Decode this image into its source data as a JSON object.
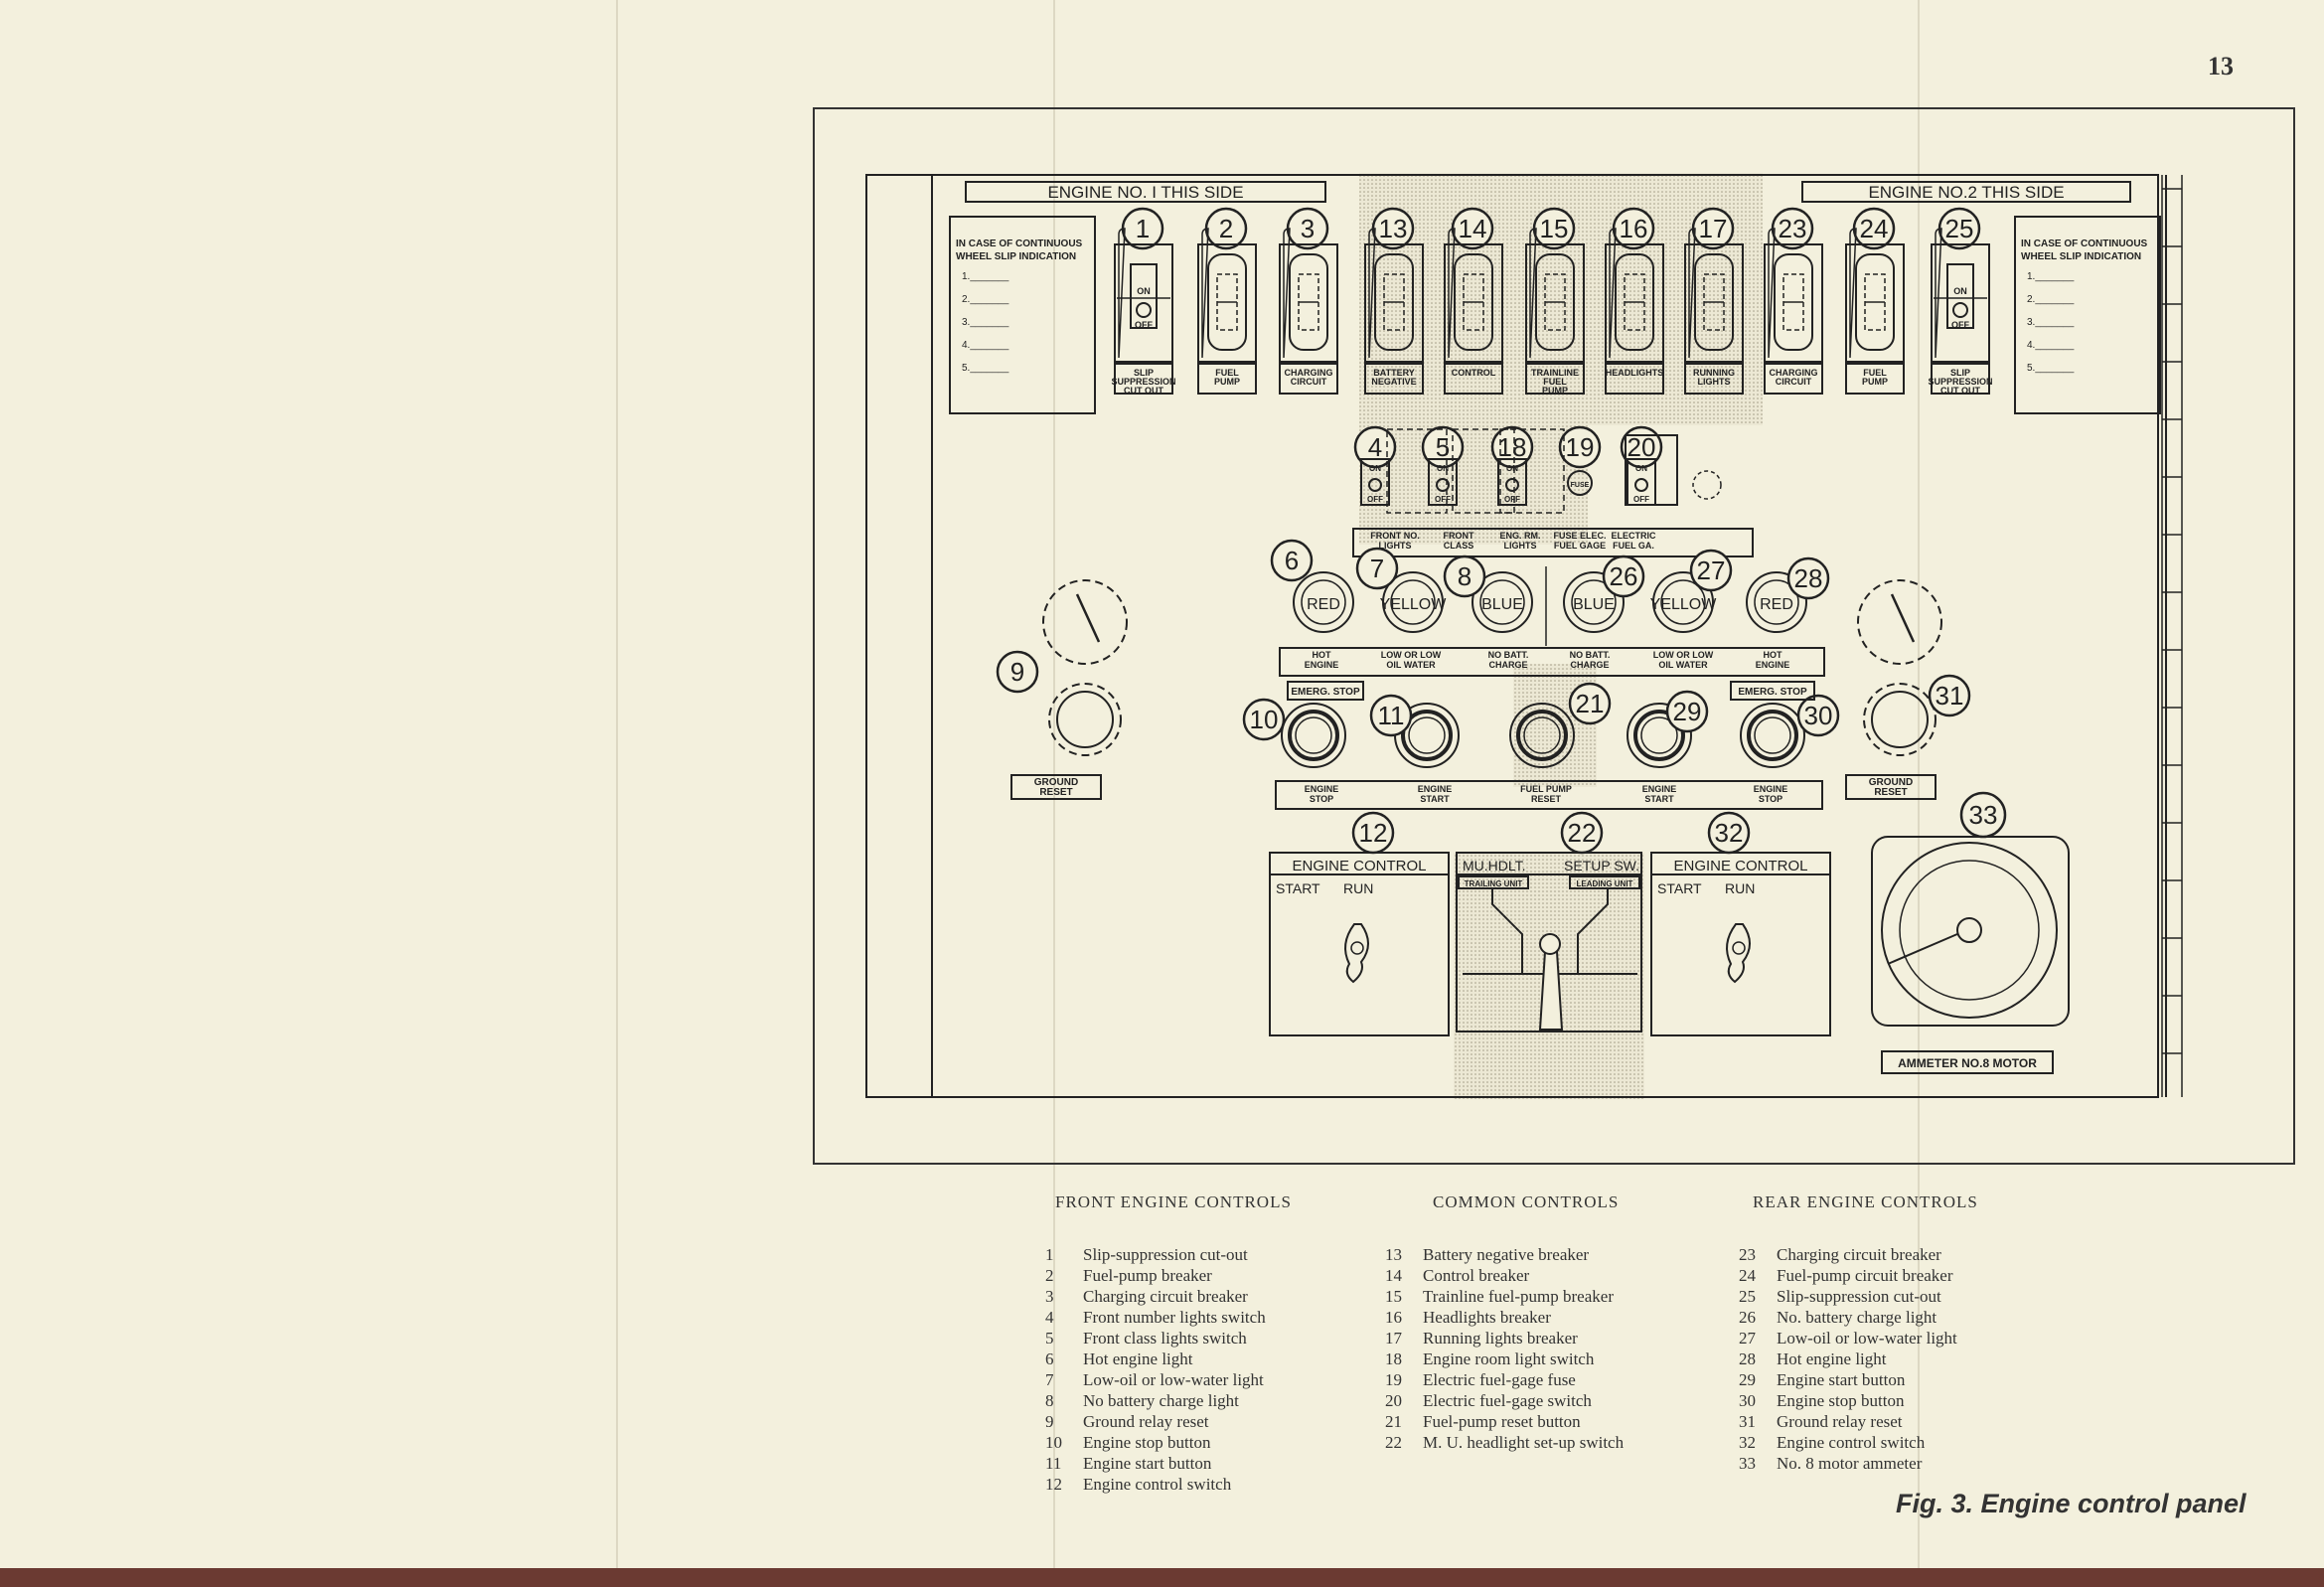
{
  "page_number": "13",
  "panel": {
    "left_header": "ENGINE NO. I     THIS SIDE",
    "right_header": "ENGINE NO.2     THIS SIDE",
    "wheel_slip_lines": [
      "IN CASE OF CONTINUOUS",
      "WHEEL SLIP INDICATION"
    ],
    "wheel_slip_items": [
      "1._______",
      "2._______",
      "3._______",
      "4._______",
      "5._______"
    ],
    "breakers": [
      {
        "num": "1",
        "label": [
          "SLIP",
          "SUPPRESSION",
          "CUT OUT"
        ]
      },
      {
        "num": "2",
        "label": [
          "FUEL",
          "PUMP"
        ]
      },
      {
        "num": "3",
        "label": [
          "CHARGING",
          "CIRCUIT"
        ]
      },
      {
        "num": "13",
        "label": [
          "BATTERY",
          "NEGATIVE"
        ]
      },
      {
        "num": "14",
        "label": [
          "CONTROL"
        ]
      },
      {
        "num": "15",
        "label": [
          "TRAINLINE",
          "FUEL",
          "PUMP"
        ]
      },
      {
        "num": "16",
        "label": [
          "HEADLIGHTS"
        ]
      },
      {
        "num": "17",
        "label": [
          "RUNNING",
          "LIGHTS"
        ]
      },
      {
        "num": "23",
        "label": [
          "CHARGING",
          "CIRCUIT"
        ]
      },
      {
        "num": "24",
        "label": [
          "FUEL",
          "PUMP"
        ]
      },
      {
        "num": "25",
        "label": [
          "SLIP",
          "SUPPRESSION",
          "CUT OUT"
        ]
      }
    ],
    "switch_on": "ON",
    "switch_off": "OFF",
    "small_switches": [
      {
        "num": "4",
        "label": [
          "FRONT NO.",
          "LIGHTS"
        ]
      },
      {
        "num": "5",
        "label": [
          "FRONT",
          "CLASS"
        ]
      },
      {
        "num": "18",
        "label": [
          "ENG. RM.",
          "LIGHTS"
        ]
      },
      {
        "num": "19",
        "label": [
          "FUSE ELEC.",
          "FUEL GAGE"
        ]
      },
      {
        "num": "20",
        "label": [
          "ELECTRIC",
          "FUEL GA."
        ]
      }
    ],
    "fuse_text": "FUSE",
    "lights": [
      {
        "num": "6",
        "color": "RED",
        "label": [
          "HOT",
          "ENGINE"
        ]
      },
      {
        "num": "7",
        "color": "YELLOW",
        "label": [
          "LOW OR LOW",
          "OIL   WATER"
        ]
      },
      {
        "num": "8",
        "color": "BLUE",
        "label": [
          "NO BATT.",
          "CHARGE"
        ]
      },
      {
        "num": "26",
        "color": "BLUE",
        "label": [
          "NO BATT.",
          "CHARGE"
        ]
      },
      {
        "num": "27",
        "color": "YELLOW",
        "label": [
          "LOW OR LOW",
          "OIL   WATER"
        ]
      },
      {
        "num": "28",
        "color": "RED",
        "label": [
          "HOT",
          "ENGINE"
        ]
      }
    ],
    "emerg_stop": "EMERG. STOP",
    "buttons": [
      {
        "num": "10",
        "label": [
          "ENGINE",
          "STOP"
        ]
      },
      {
        "num": "11",
        "label": [
          "ENGINE",
          "START"
        ]
      },
      {
        "num": "21",
        "label": [
          "FUEL PUMP",
          "RESET"
        ]
      },
      {
        "num": "29",
        "label": [
          "ENGINE",
          "START"
        ]
      },
      {
        "num": "30",
        "label": [
          "ENGINE",
          "STOP"
        ]
      }
    ],
    "ground_reset": [
      "GROUND",
      "RESET"
    ],
    "ground_left_num": "9",
    "ground_right_num": "31",
    "engine_control_title": "ENGINE CONTROL",
    "start_label": "START",
    "run_label": "RUN",
    "engine_control_left_num": "12",
    "engine_control_right_num": "32",
    "mu_num": "22",
    "mu_title_left": "MU.HDLT.",
    "mu_title_right": "SETUP SW.",
    "trailing_unit": "TRAILING UNIT",
    "leading_unit": "LEADING UNIT",
    "ammeter_num": "33",
    "ammeter_label": "AMMETER NO.8 MOTOR"
  },
  "legend": {
    "front_title": "FRONT ENGINE CONTROLS",
    "common_title": "COMMON CONTROLS",
    "rear_title": "REAR ENGINE CONTROLS",
    "front": [
      {
        "n": "1",
        "t": "Slip-suppression cut-out"
      },
      {
        "n": "2",
        "t": "Fuel-pump breaker"
      },
      {
        "n": "3",
        "t": "Charging circuit breaker"
      },
      {
        "n": "4",
        "t": "Front number lights switch"
      },
      {
        "n": "5",
        "t": "Front class lights switch"
      },
      {
        "n": "6",
        "t": "Hot engine light"
      },
      {
        "n": "7",
        "t": "Low-oil or low-water light"
      },
      {
        "n": "8",
        "t": "No battery charge light"
      },
      {
        "n": "9",
        "t": "Ground relay reset"
      },
      {
        "n": "10",
        "t": "Engine stop button"
      },
      {
        "n": "11",
        "t": "Engine start button"
      },
      {
        "n": "12",
        "t": "Engine control switch"
      }
    ],
    "common": [
      {
        "n": "13",
        "t": "Battery negative breaker"
      },
      {
        "n": "14",
        "t": "Control breaker"
      },
      {
        "n": "15",
        "t": "Trainline fuel-pump breaker"
      },
      {
        "n": "16",
        "t": "Headlights breaker"
      },
      {
        "n": "17",
        "t": "Running lights breaker"
      },
      {
        "n": "18",
        "t": "Engine room light switch"
      },
      {
        "n": "19",
        "t": "Electric fuel-gage fuse"
      },
      {
        "n": "20",
        "t": "Electric fuel-gage switch"
      },
      {
        "n": "21",
        "t": "Fuel-pump reset button"
      },
      {
        "n": "22",
        "t": "M. U. headlight set-up switch"
      }
    ],
    "rear": [
      {
        "n": "23",
        "t": "Charging circuit breaker"
      },
      {
        "n": "24",
        "t": "Fuel-pump circuit breaker"
      },
      {
        "n": "25",
        "t": "Slip-suppression cut-out"
      },
      {
        "n": "26",
        "t": "No. battery charge light"
      },
      {
        "n": "27",
        "t": "Low-oil or low-water light"
      },
      {
        "n": "28",
        "t": "Hot engine light"
      },
      {
        "n": "29",
        "t": "Engine start button"
      },
      {
        "n": "30",
        "t": "Engine stop button"
      },
      {
        "n": "31",
        "t": "Ground relay reset"
      },
      {
        "n": "32",
        "t": "Engine control switch"
      },
      {
        "n": "33",
        "t": "No. 8 motor ammeter"
      }
    ]
  },
  "caption": "Fig. 3. Engine control panel"
}
